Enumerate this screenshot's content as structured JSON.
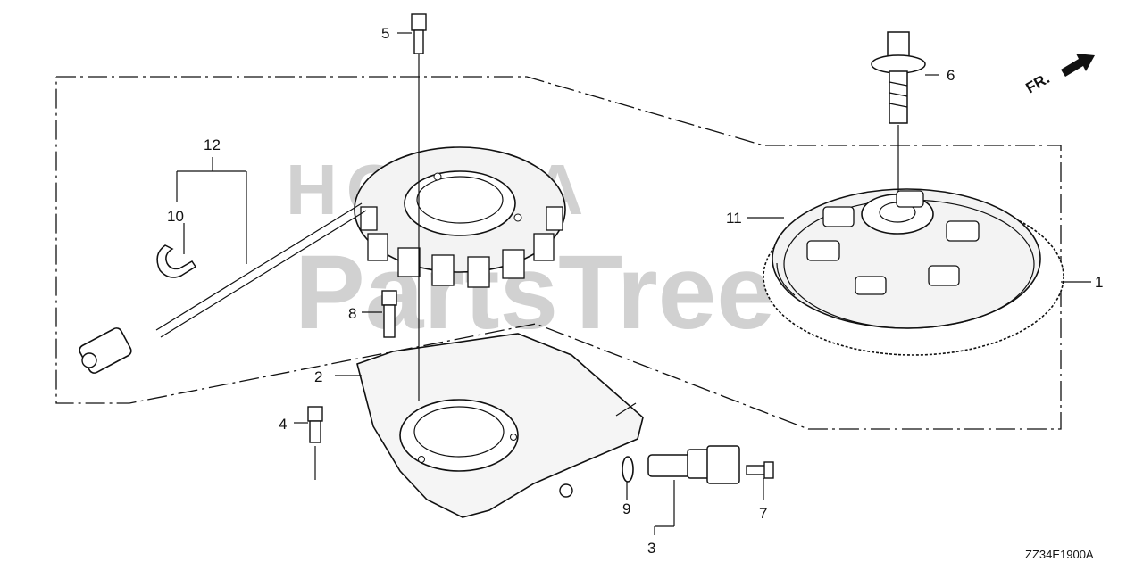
{
  "diagram": {
    "callouts": {
      "c1": "1",
      "c2": "2",
      "c3": "3",
      "c4": "4",
      "c5": "5",
      "c6": "6",
      "c7": "7",
      "c8": "8",
      "c9": "9",
      "c10": "10",
      "c11": "11",
      "c12": "12"
    },
    "direction_label": "FR.",
    "drawing_code": "ZZ34E1900A",
    "watermark": {
      "top": "HONDA",
      "main": "PartsTree"
    }
  }
}
